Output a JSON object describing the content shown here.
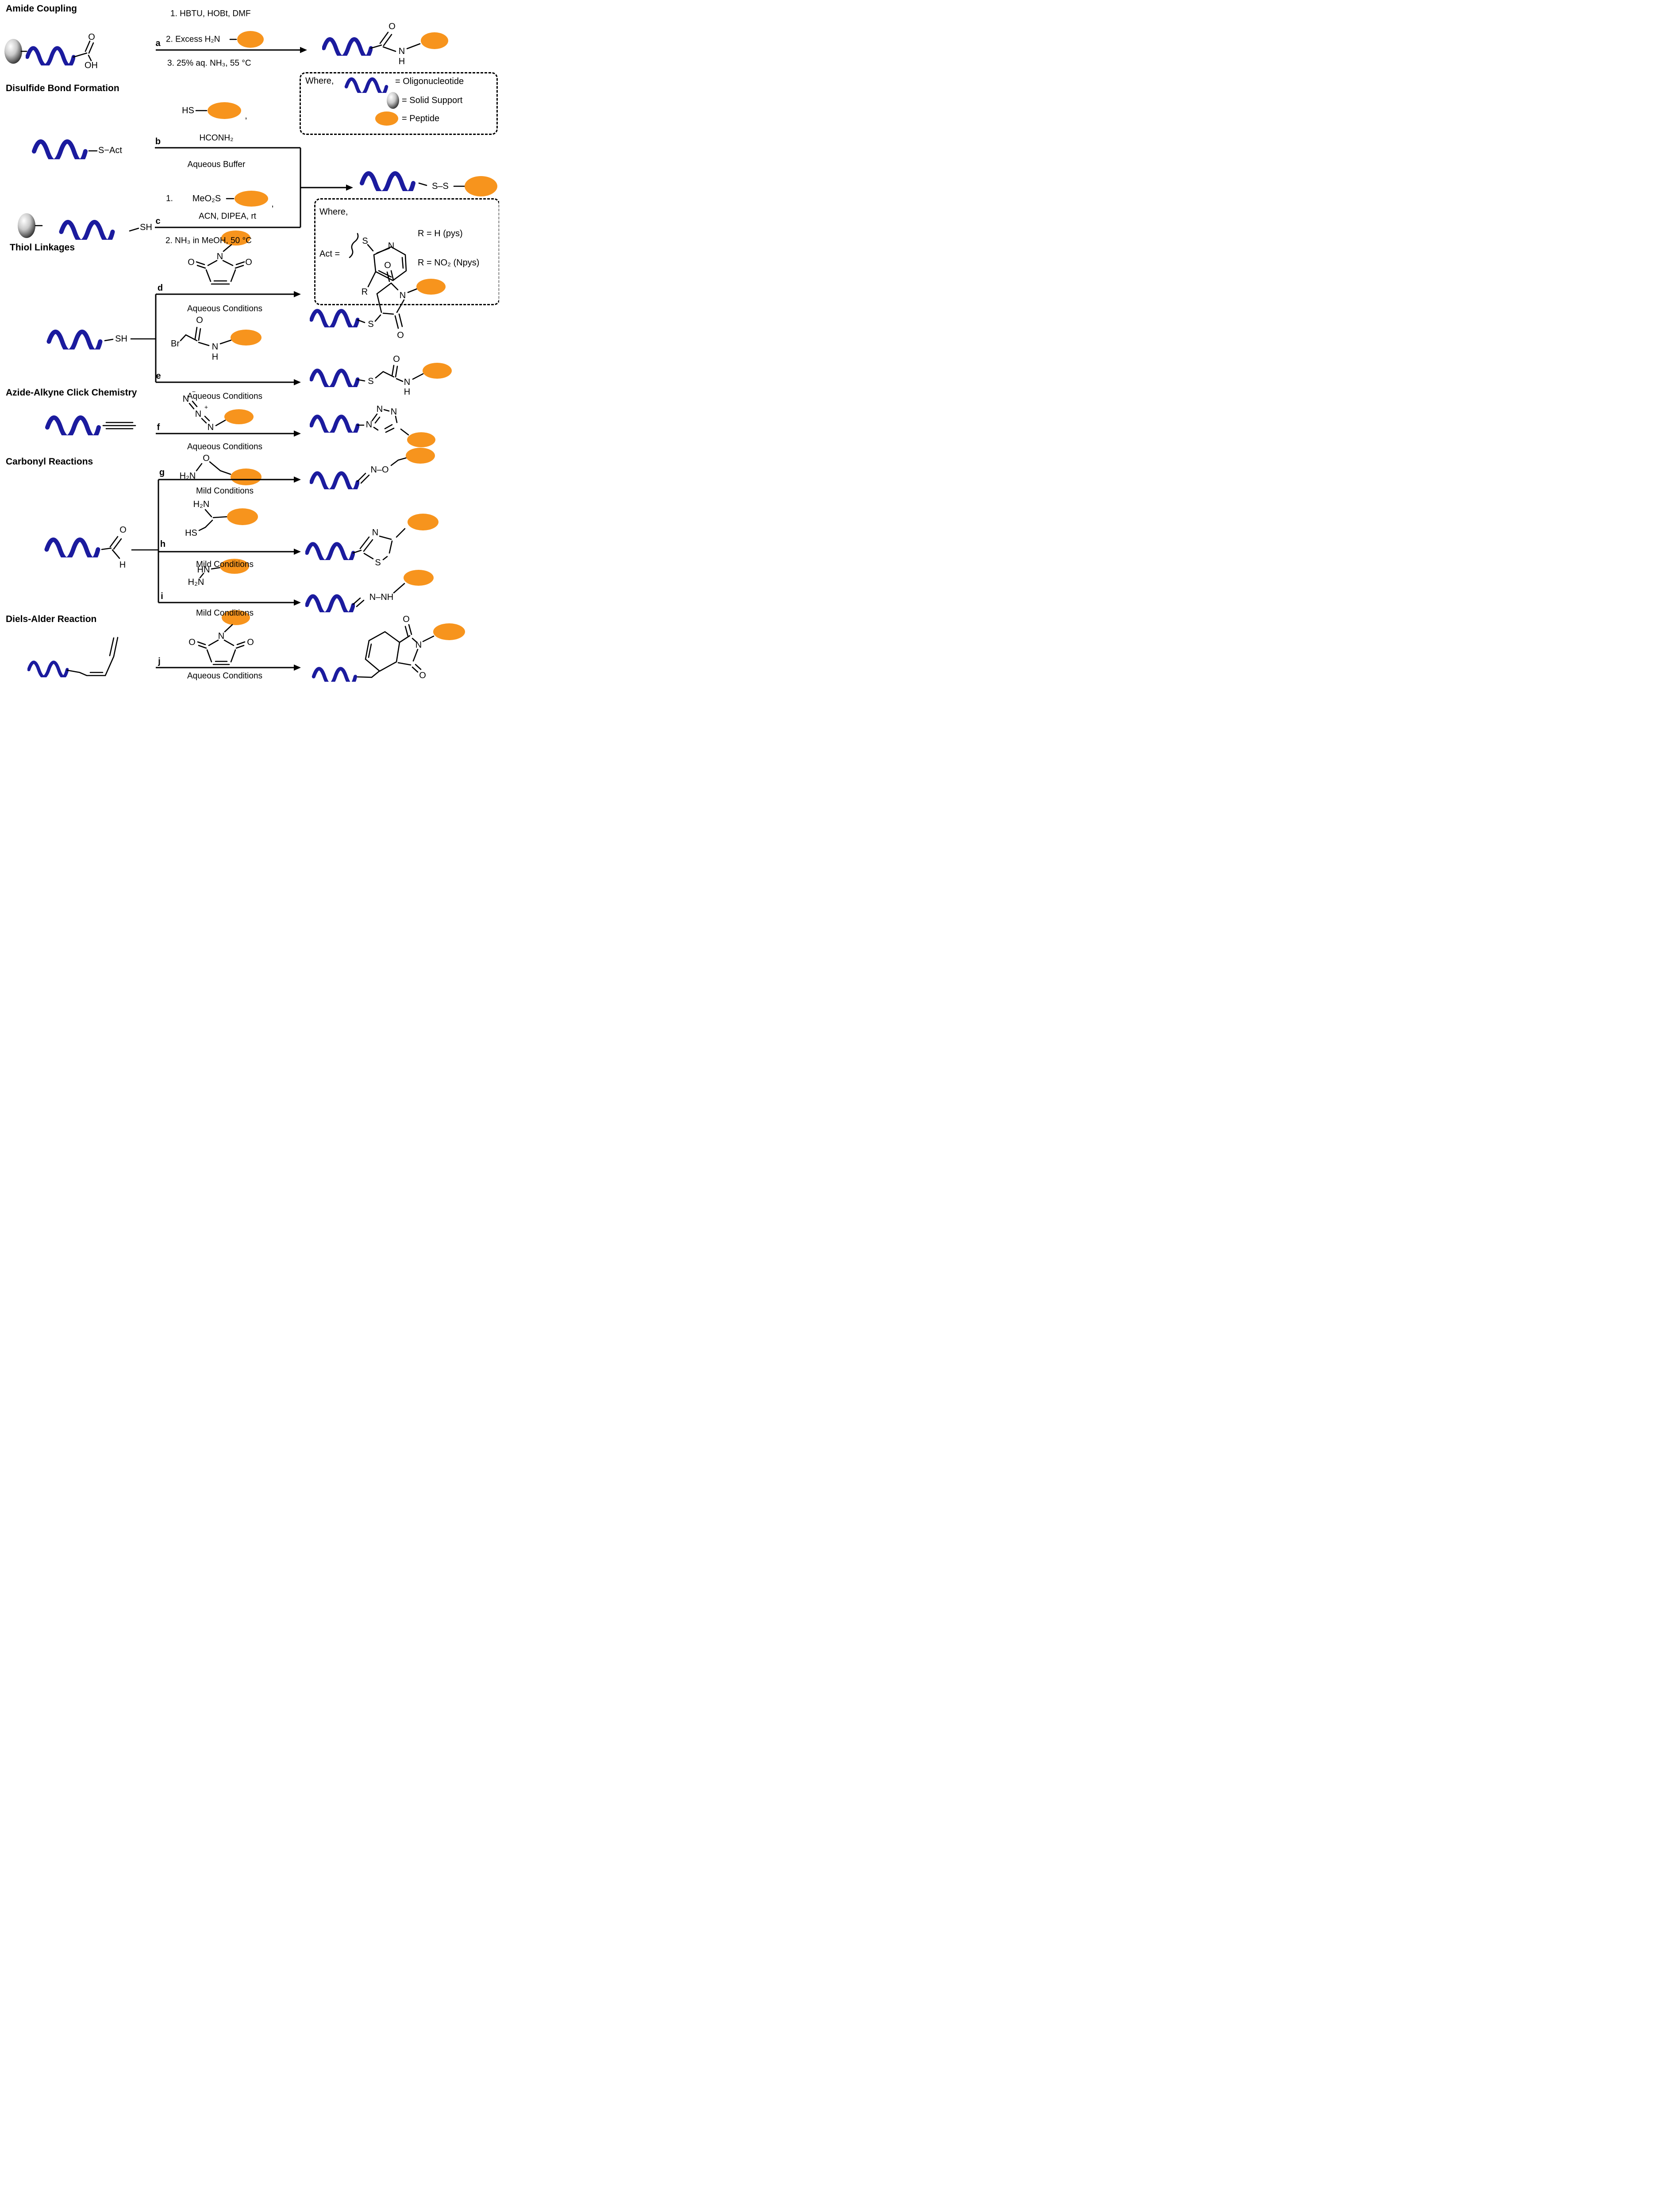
{
  "colors": {
    "oligonucleotide": "#1b1b9e",
    "peptide": "#f7941d",
    "support": "#111111",
    "bond": "#000000"
  },
  "legend_symbols": {
    "where": "Where,",
    "oligo": "= Oligonucleotide",
    "support": "= Solid Support",
    "peptide": "= Peptide"
  },
  "act_legend": {
    "where": "Where,",
    "act": "Act =",
    "s": "S",
    "n": "N",
    "r": "R",
    "r_h": "R = H (pys)",
    "r_no2": "R = NO₂ (Npys)"
  },
  "amide": {
    "title": "Amide Coupling",
    "cond1": "1. HBTU, HOBt, DMF",
    "cond2": "2. Excess H₂N",
    "label": "a",
    "cond3": "3. 25% aq. NH₃, 55 °C",
    "o": "O",
    "oh": "OH",
    "prod_o": "O",
    "prod_n": "N",
    "prod_h": "H"
  },
  "disulfide": {
    "title": "Disulfide Bond Formation",
    "s_act": "S−Act",
    "hs": "HS",
    "comma": ",",
    "hconh2": "HCONH₂",
    "label_b": "b",
    "aqueous_buffer": "Aqueous Buffer",
    "step1": "1.",
    "meo2s": "MeO₂S",
    "comma2": ",",
    "acn": "ACN, DIPEA, rt",
    "label_c": "c",
    "step2": "2. NH₃ in MeOH, 50 °C",
    "sh": "SH",
    "ss": "S–S"
  },
  "thiol": {
    "title": "Thiol Linkages",
    "sh": "SH",
    "label_d": "d",
    "cond_d": "Aqueous Conditions",
    "mal_o_left": "O",
    "mal_o_right": "O",
    "mal_n": "N",
    "br": "Br",
    "e_o": "O",
    "e_n": "N",
    "e_h": "H",
    "label_e": "e",
    "cond_e": "Aqueous Conditions",
    "pd_s": "S",
    "pd_o_top": "O",
    "pd_n": "N",
    "pd_o_bot": "O",
    "pe_s": "S",
    "pe_o": "O",
    "pe_n": "N",
    "pe_h": "H"
  },
  "click": {
    "title": "Azide-Alkyne Click Chemistry",
    "n1": "N",
    "minus": "−",
    "n2": "N",
    "plus": "+",
    "n3": "N",
    "label_f": "f",
    "cond_f": "Aqueous Conditions",
    "p_n1": "N",
    "p_n2": "N",
    "p_n3": "N"
  },
  "carbonyl": {
    "title": "Carbonyl Reactions",
    "ald_o": "O",
    "ald_h": "H",
    "label_g": "g",
    "g_h2n": "H₂N",
    "g_o": "O",
    "cond_g": "Mild Conditions",
    "label_h": "h",
    "h_h2n": "H₂N",
    "h_hs": "HS",
    "cond_h": "Mild Conditions",
    "label_i": "i",
    "i_hn": "HN",
    "i_h2n": "H₂N",
    "cond_i": "Mild Conditions",
    "pg_no": "N–O",
    "ph_n": "N",
    "ph_s": "S",
    "pi_nnh": "N–NH"
  },
  "diels": {
    "title": "Diels-Alder Reaction",
    "label_j": "j",
    "cond_j": "Aqueous Conditions",
    "mal_o_left": "O",
    "mal_o_right": "O",
    "mal_n": "N",
    "p_o_top": "O",
    "p_n": "N",
    "p_o_bot": "O"
  }
}
